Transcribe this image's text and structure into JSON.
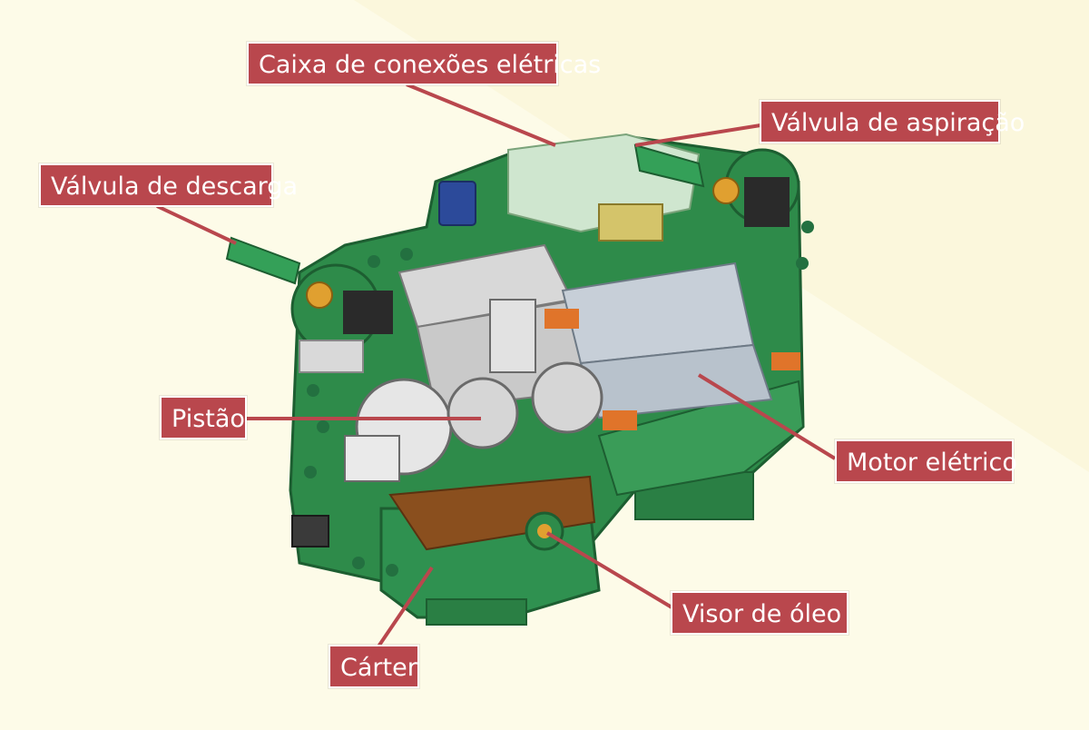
{
  "labels": {
    "caixa": "Caixa de conexões elétricas",
    "aspiracao": "Válvula de aspiração",
    "descarga": "Válvula de descarga",
    "pistao": "Pistão",
    "motor": "Motor elétrico",
    "visor": "Visor de óleo",
    "carter": "Cárter"
  },
  "colors": {
    "background": "#fdfbe8",
    "label_fill": "#b9474d",
    "label_text": "#ffffff",
    "casing_green": "#2e8b4a",
    "leader_line": "#b9474d",
    "oil": "#8a4f1e"
  }
}
